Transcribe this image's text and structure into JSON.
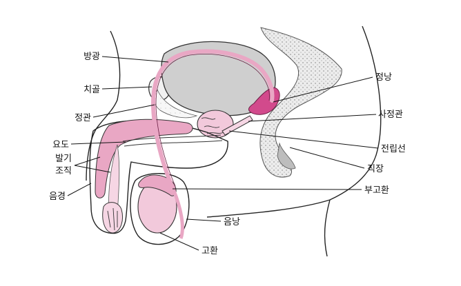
{
  "labels": {
    "bladder": "방광",
    "pubic_bone": "치골",
    "vas_deferens": "정관",
    "urethra": "요도",
    "erectile_tissue_line1": "발기",
    "erectile_tissue_line2": "조직",
    "penis": "음경",
    "seminal_vesicle": "정낭",
    "ejaculatory_duct": "사정관",
    "prostate": "전립선",
    "rectum": "직장",
    "epididymis": "부고환",
    "scrotum": "음낭",
    "testis": "고환"
  },
  "colors": {
    "pink_fill": "#e9a7c4",
    "pink_light": "#f6d6e4",
    "magenta": "#d24a8c",
    "gray_fill": "#c9c9c9",
    "gray_dark": "#8f8f8f",
    "outline": "#222222"
  }
}
